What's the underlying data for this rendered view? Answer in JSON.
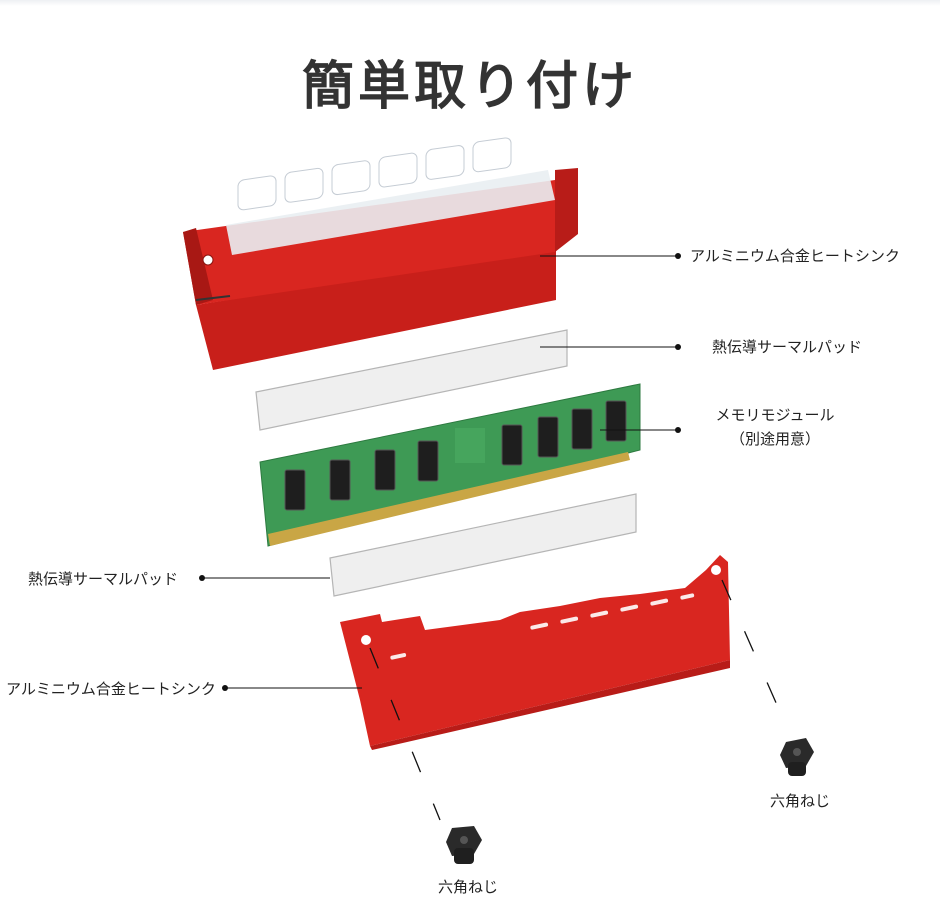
{
  "title": "簡単取り付け",
  "labels": {
    "top_heatsink": "アルミニウム合金ヒートシンク",
    "top_pad": "熱伝導サーマルパッド",
    "memory_module": "メモリモジュール",
    "memory_note": "（別途用意）",
    "bottom_pad": "熱伝導サーマルパッド",
    "bottom_heatsink": "アルミニウム合金ヒートシンク",
    "screw_right": "六角ねじ",
    "screw_bottom": "六角ねじ"
  },
  "colors": {
    "heatsink_red": "#d92620",
    "heatsink_dark": "#b81c18",
    "pcb_green": "#3e9a55",
    "chip_black": "#1e1e1e",
    "pad_gray": "#eeeeee",
    "gold_contacts": "#c9a645",
    "text": "#222222"
  }
}
